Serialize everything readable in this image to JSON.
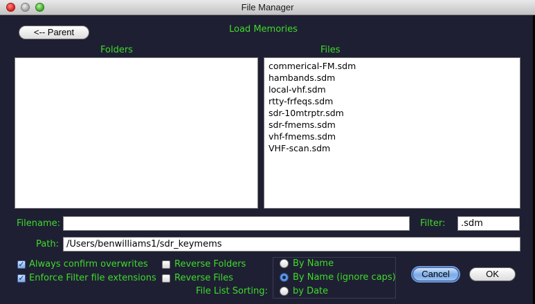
{
  "window": {
    "title": "File Manager"
  },
  "toolbar": {
    "parent_label": "<-- Parent"
  },
  "heading": "Load Memories",
  "folders": {
    "label": "Folders",
    "items": []
  },
  "files": {
    "label": "Files",
    "items": [
      "commerical-FM.sdm",
      "hambands.sdm",
      "local-vhf.sdm",
      "rtty-frfeqs.sdm",
      "sdr-10mtrptr.sdm",
      "sdr-fmems.sdm",
      "vhf-fmems.sdm",
      "VHF-scan.sdm"
    ]
  },
  "filename": {
    "label": "Filename:",
    "value": ""
  },
  "filter": {
    "label": "Filter:",
    "value": ".sdm"
  },
  "path": {
    "label": "Path:",
    "value": "/Users/benwilliams1/sdr_keymems"
  },
  "options": {
    "always_confirm": {
      "label": "Always confirm overwrites",
      "checked": true
    },
    "enforce_filter": {
      "label": "Enforce Filter file extensions",
      "checked": true
    },
    "reverse_folders": {
      "label": "Reverse Folders",
      "checked": false
    },
    "reverse_files": {
      "label": "Reverse Files",
      "checked": false
    }
  },
  "sorting": {
    "label": "File List Sorting:",
    "options": [
      {
        "label": "By Name",
        "selected": false
      },
      {
        "label": "By Name (ignore caps)",
        "selected": true
      },
      {
        "label": "by Date",
        "selected": false
      }
    ]
  },
  "actions": {
    "cancel_label": "Cancel",
    "ok_label": "OK"
  },
  "colors": {
    "background": "#1f1f33",
    "label_green": "#3ddc29"
  }
}
